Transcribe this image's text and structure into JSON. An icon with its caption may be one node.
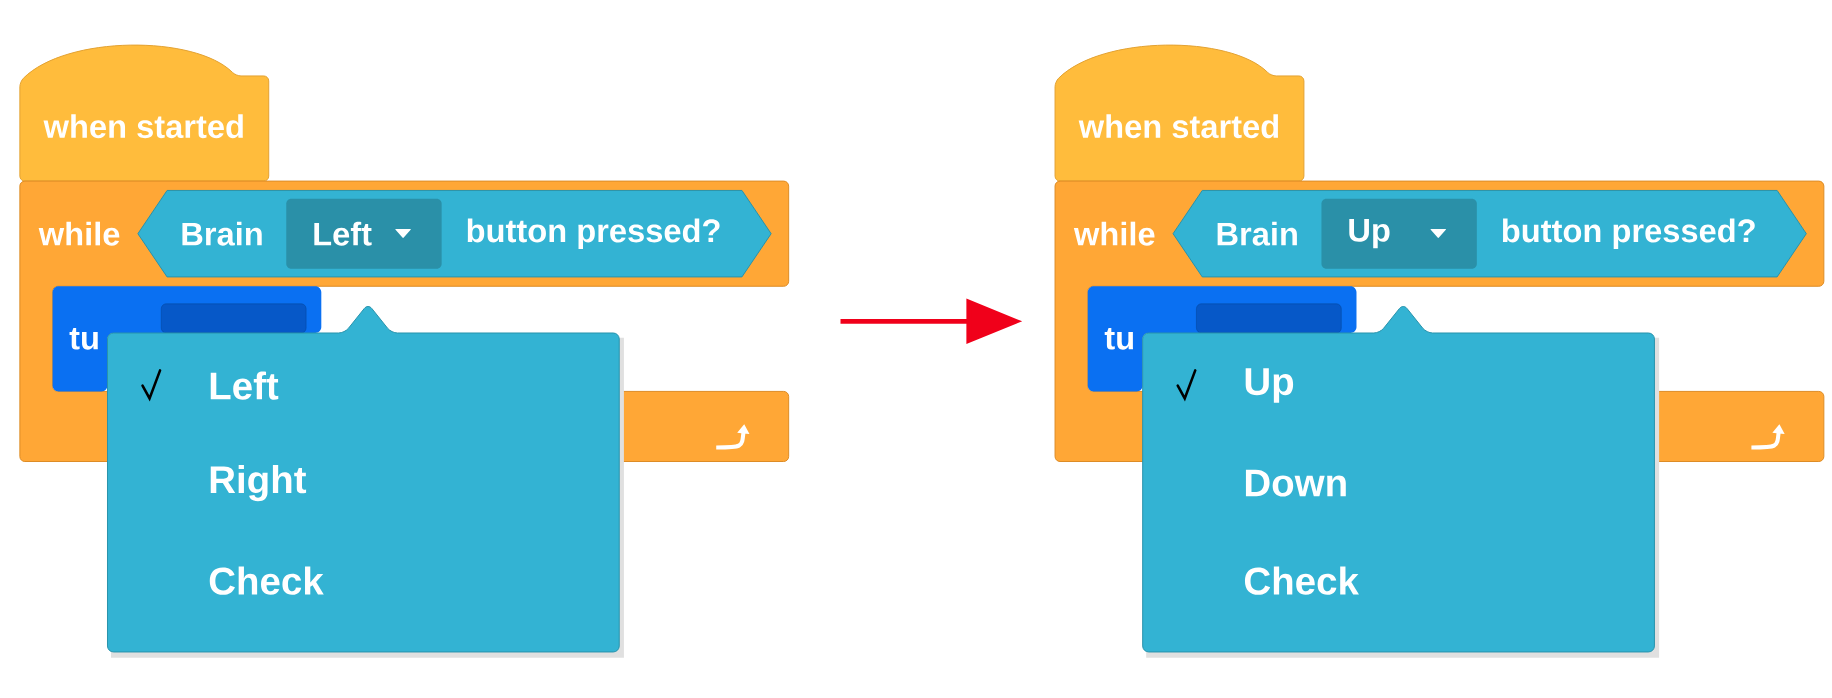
{
  "diagram": {
    "nodes": [
      {
        "text": [
          "when started"
        ]
      },
      {
        "text": [
          "while"
        ]
      },
      {
        "text": [
          "Brain",
          "button pressed?"
        ],
        "in": 1
      },
      {
        "text": [
          "Left"
        ],
        "in": 2
      },
      {
        "text": [
          "tu"
        ],
        "in": 1
      },
      {
        "text": [
          "Left",
          "Right",
          "Check"
        ]
      },
      {
        "text": [
          "when started"
        ]
      },
      {
        "text": [
          "while"
        ]
      },
      {
        "text": [
          "Brain",
          "button pressed?"
        ],
        "in": 7
      },
      {
        "text": [
          "Up"
        ],
        "in": 8
      },
      {
        "text": [
          "tu"
        ],
        "in": 7
      },
      {
        "text": [
          "Up",
          "Down",
          "Check"
        ]
      }
    ],
    "edges": [
      {
        "from": 1,
        "to": 7,
        "arrow": "to"
      }
    ]
  }
}
